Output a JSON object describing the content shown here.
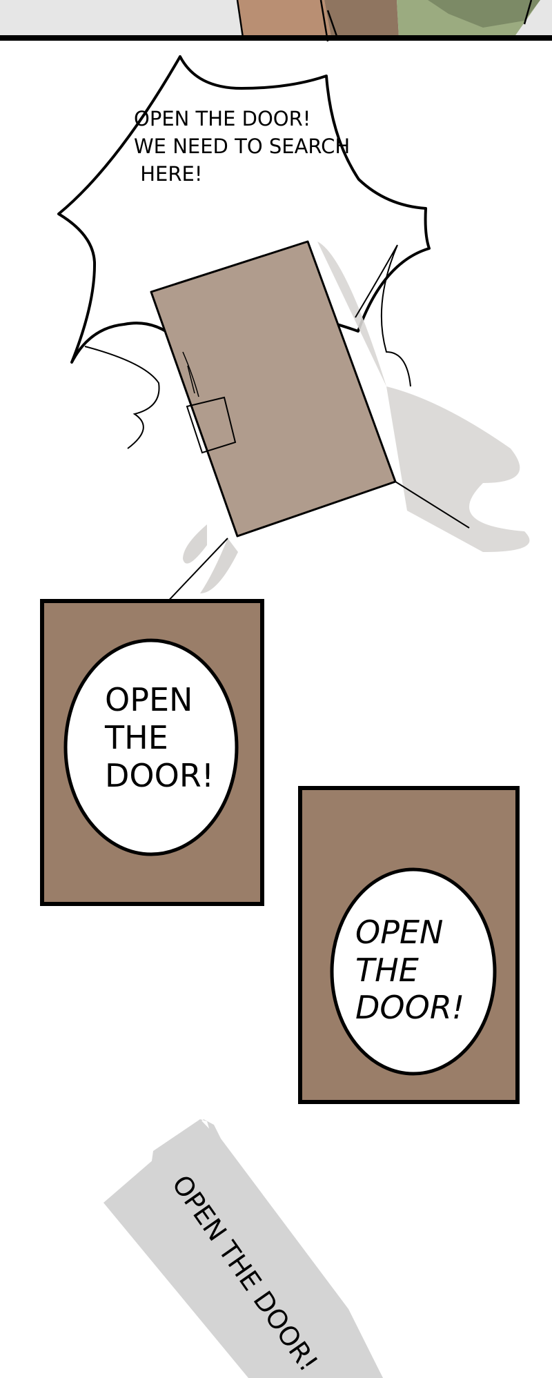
{
  "colors": {
    "top_bg": "#e6e6e6",
    "skin": "#b98f73",
    "skin_dark": "#8f7560",
    "green": "#9bab80",
    "green_dark": "#7c8a66",
    "door": "#b09c8d",
    "panel_brown": "#9a7e69",
    "tape": "#d4d4d4",
    "shadow": "#d8d6d4"
  },
  "burst_bubble": {
    "lines": [
      "OPEN THE DOOR!",
      "WE NEED TO SEARCH",
      " HERE!"
    ]
  },
  "panel_left": {
    "lines": [
      "OPEN",
      "THE",
      "DOOR!"
    ]
  },
  "panel_right": {
    "lines": [
      "OPEN",
      "THE",
      "DOOR!"
    ]
  },
  "tape": {
    "text": "OPEN THE DOOR!"
  }
}
